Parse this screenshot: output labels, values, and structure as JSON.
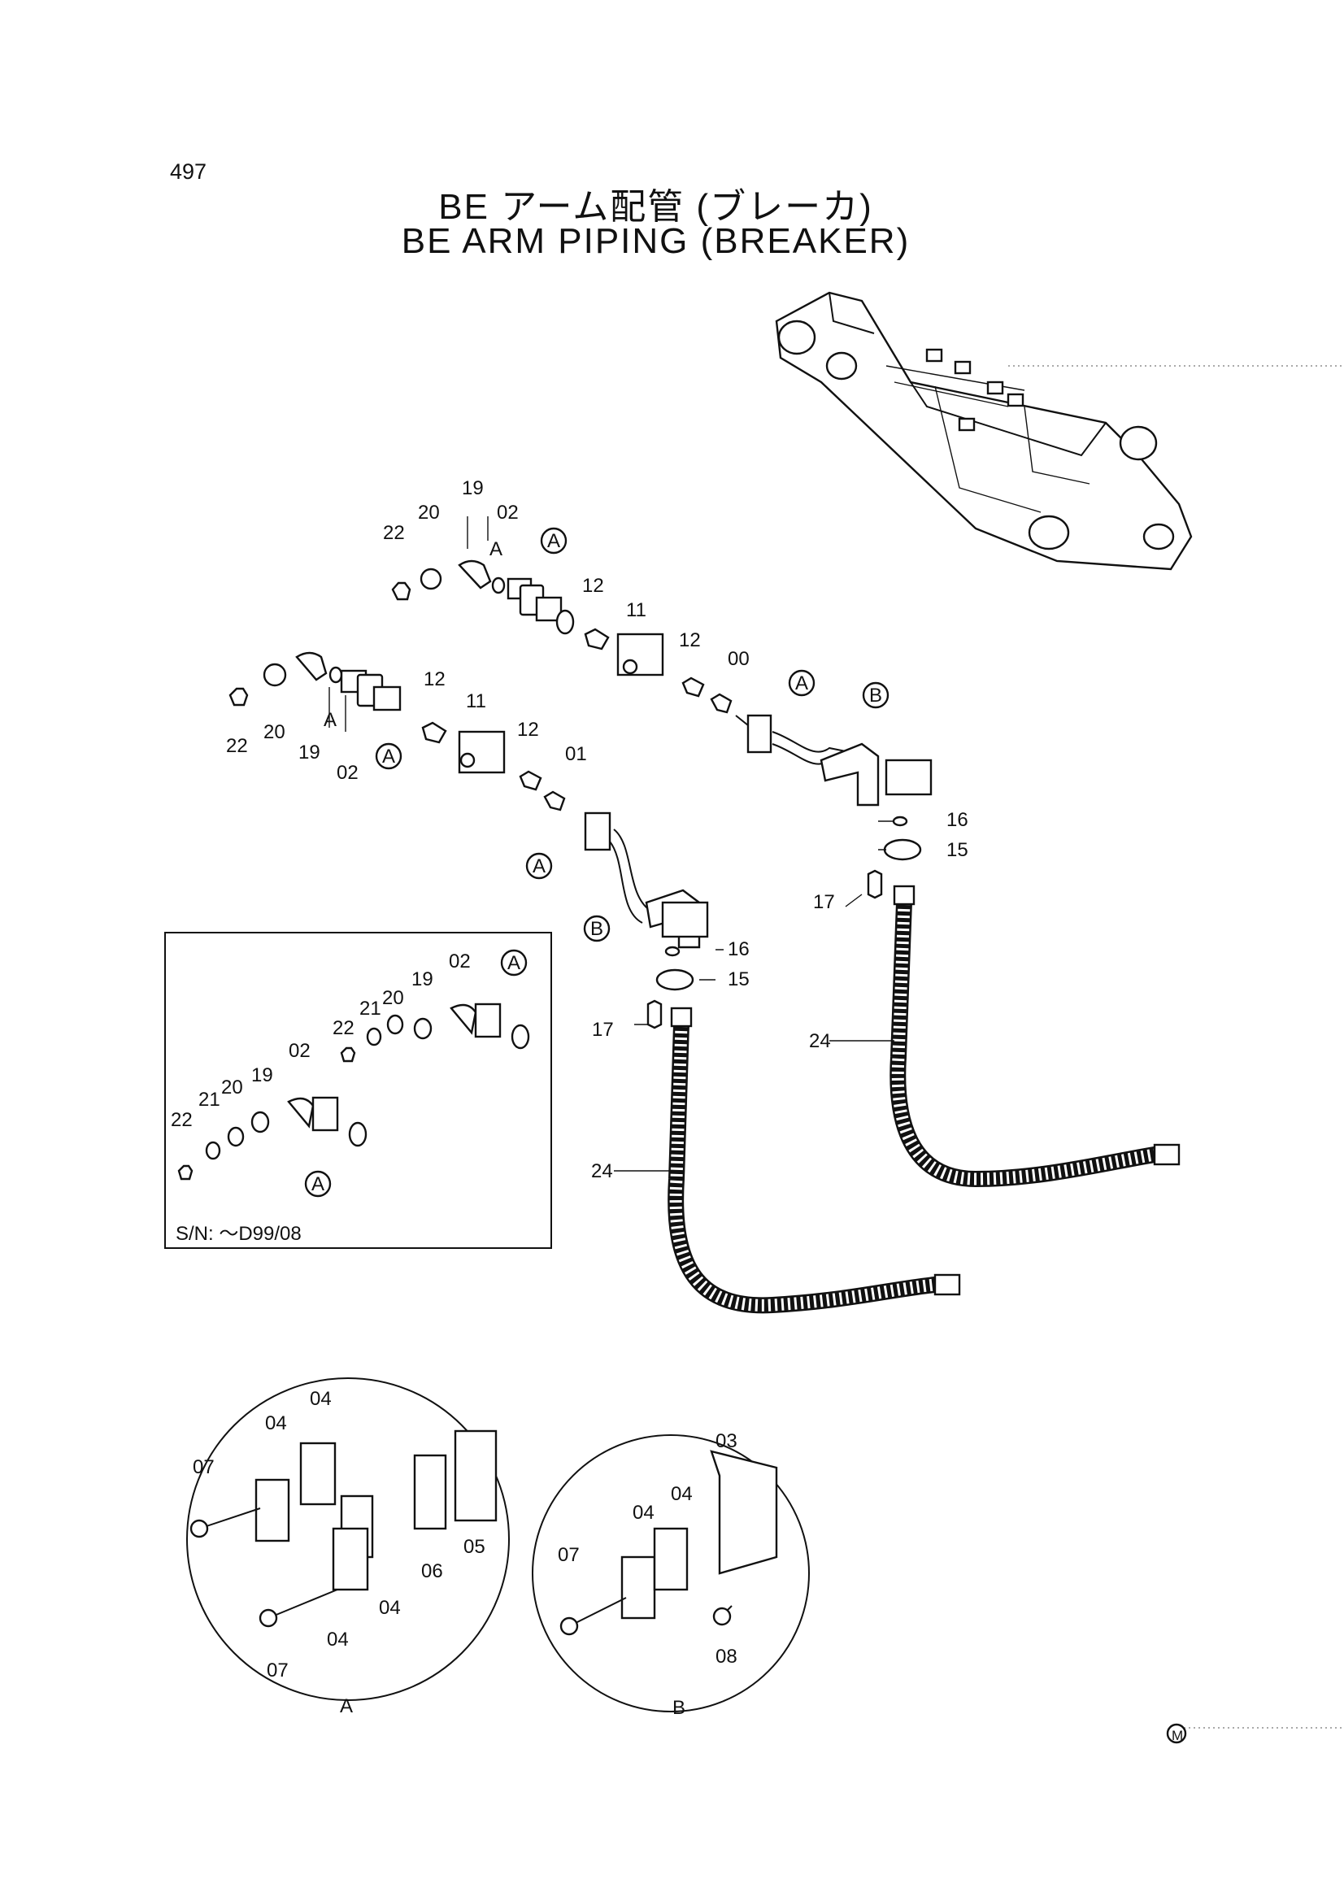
{
  "page_number": "497",
  "title_jp": "BE アーム配管 (ブレーカ)",
  "title_en": "BE ARM PIPING (BREAKER)",
  "serial_note": "S/N: ～D99/08",
  "detail_labels": {
    "a": "A",
    "b": "B"
  },
  "mark_symbol": "M",
  "callouts": {
    "c00": "00",
    "c01": "01",
    "c02": "02",
    "c03": "03",
    "c04": "04",
    "c05": "05",
    "c06": "06",
    "c07": "07",
    "c08": "08",
    "c11": "11",
    "c12": "12",
    "c15": "15",
    "c16": "16",
    "c17": "17",
    "c19": "19",
    "c20": "20",
    "c21": "21",
    "c22": "22",
    "c24": "24"
  }
}
